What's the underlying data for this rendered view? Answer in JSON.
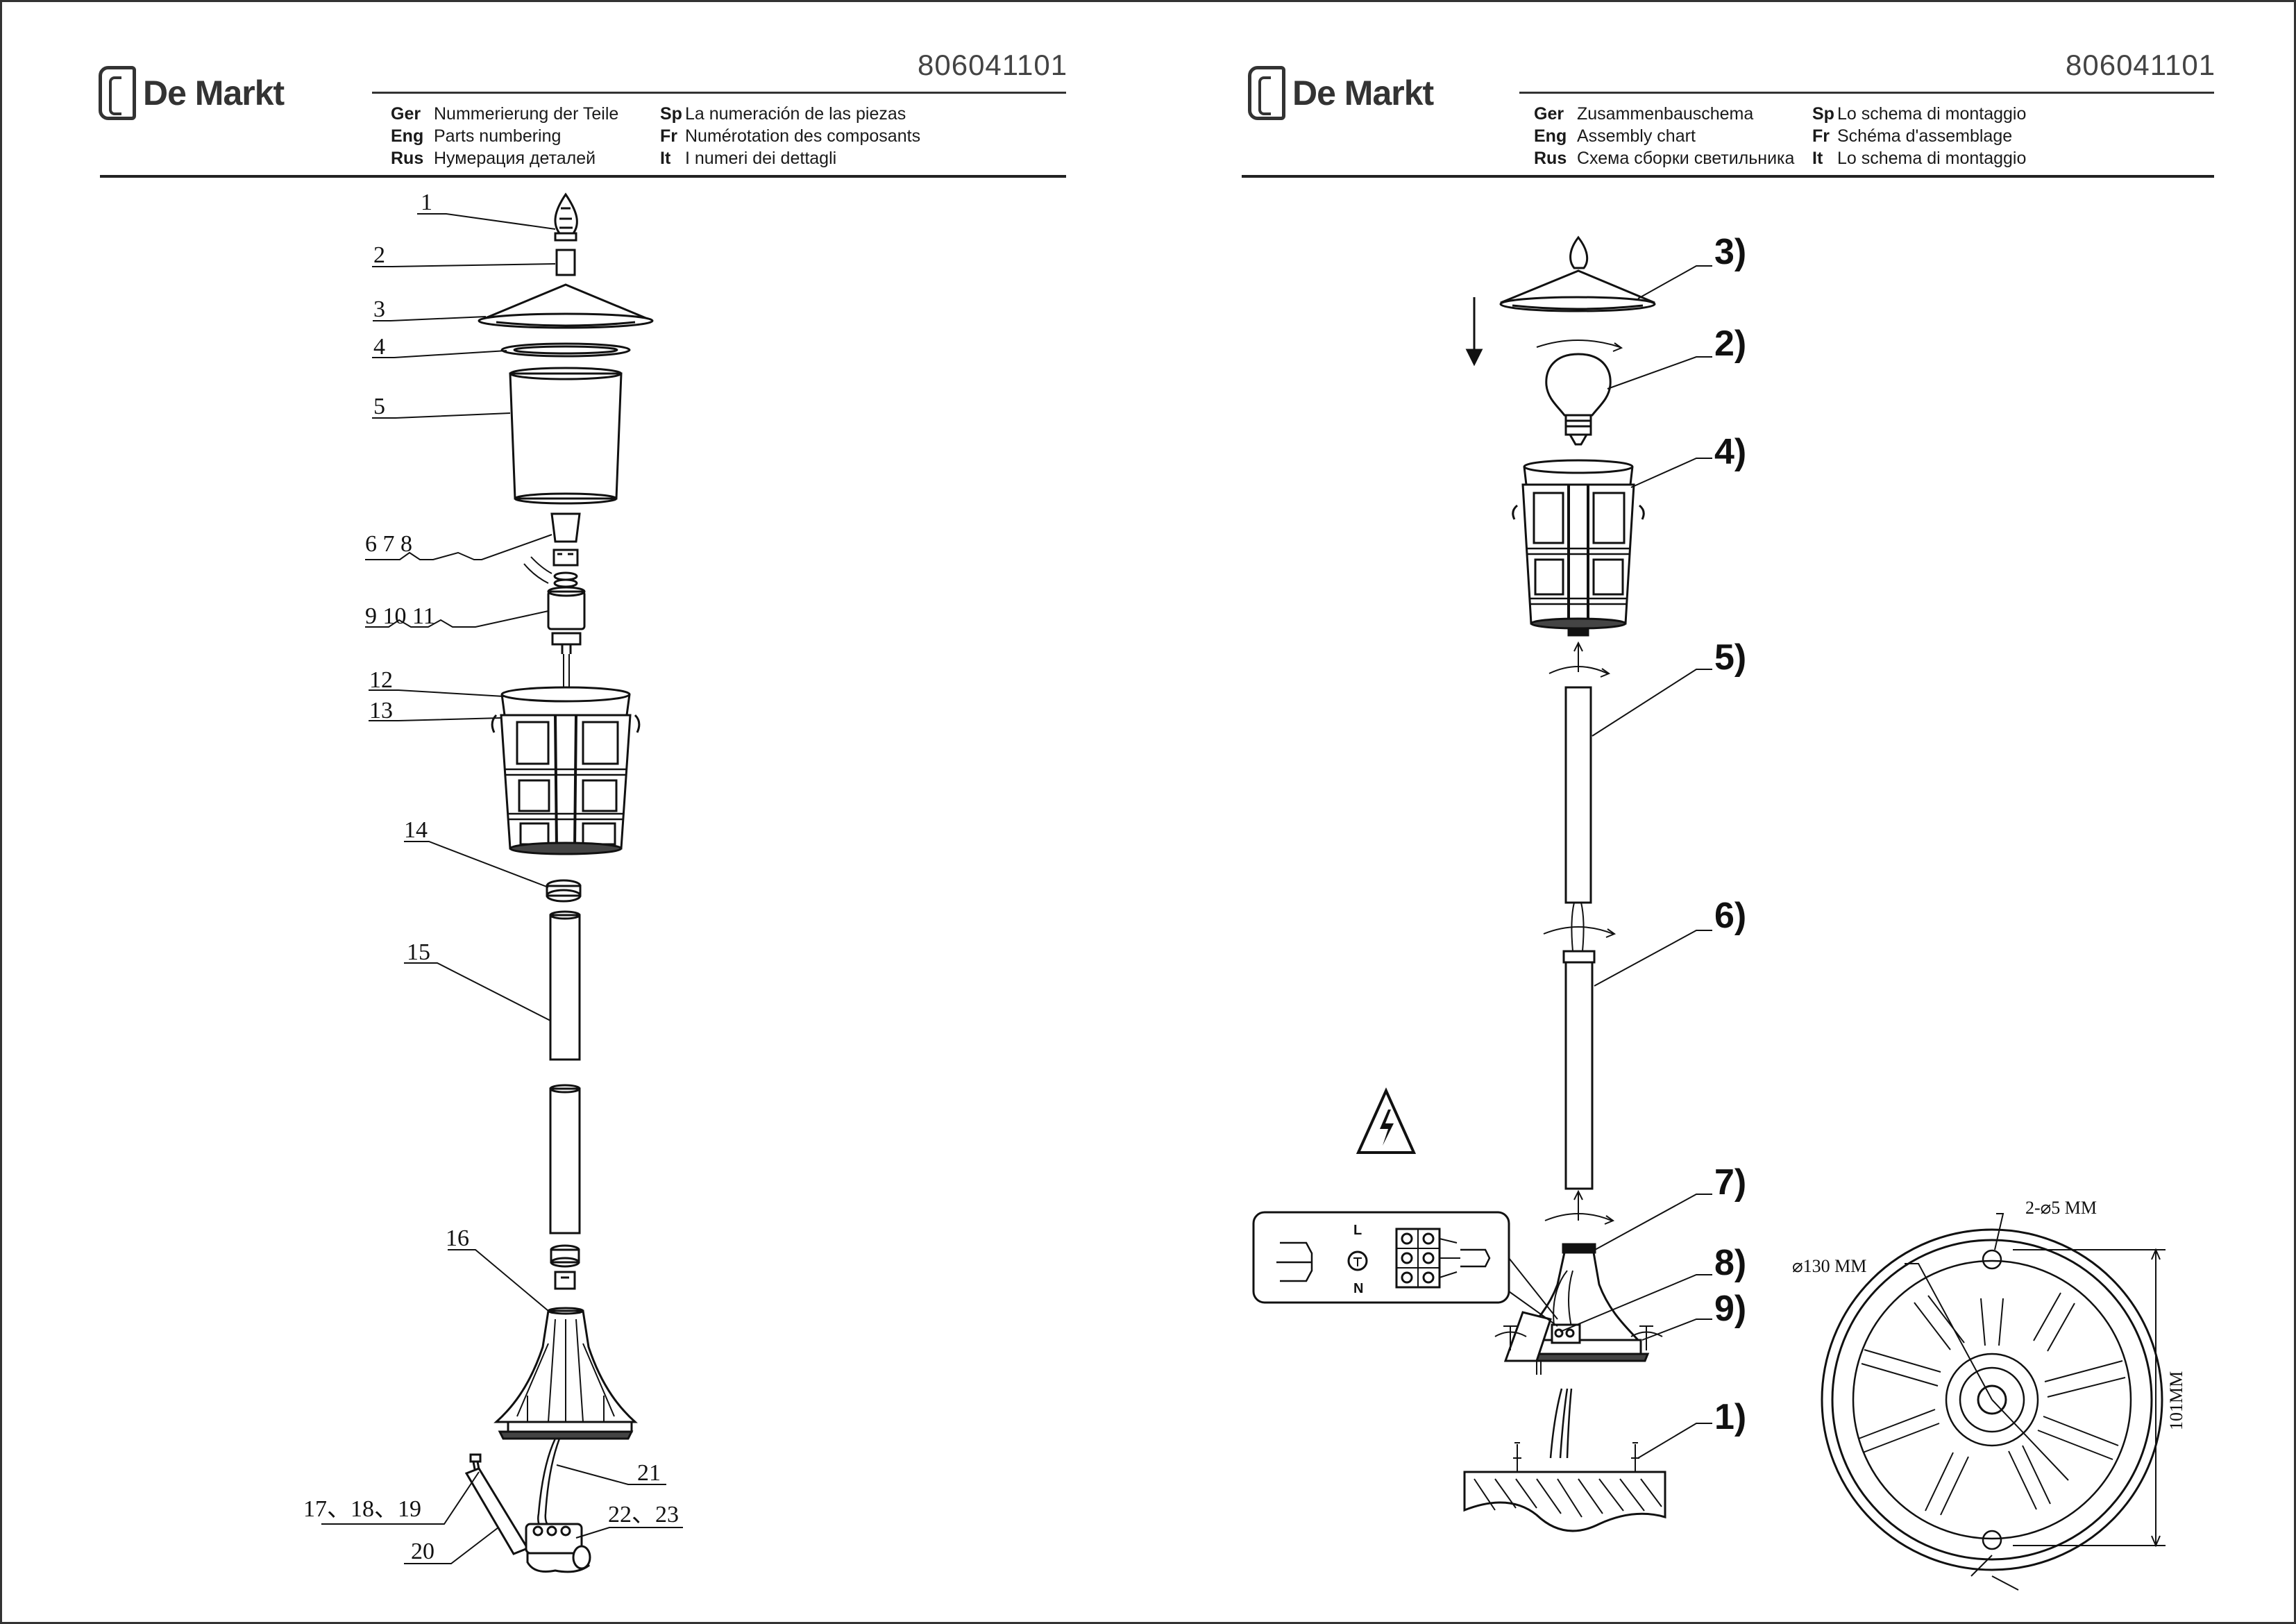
{
  "brand": {
    "logo_text": "De Markt"
  },
  "left_page": {
    "product_code": "806041101",
    "languages_col1": [
      {
        "code": "Ger",
        "text": "Nummerierung der Teile"
      },
      {
        "code": "Eng",
        "text": "Parts numbering"
      },
      {
        "code": "Rus",
        "text": "Нумерация деталей"
      }
    ],
    "languages_col2": [
      {
        "code": "Sp",
        "text": "La numeración de las piezas"
      },
      {
        "code": "Fr",
        "text": "Numérotation des composants"
      },
      {
        "code": "It",
        "text": "I numeri dei dettagli"
      }
    ],
    "part_labels": [
      "1",
      "2",
      "3",
      "4",
      "5",
      "6 7 8",
      "9 10 11",
      "12",
      "13",
      "14",
      "15",
      "16",
      "21",
      "17、18、19",
      "20",
      "22、23"
    ]
  },
  "right_page": {
    "product_code": "806041101",
    "languages_col1": [
      {
        "code": "Ger",
        "text": "Zusammenbauschema"
      },
      {
        "code": "Eng",
        "text": "Assembly chart"
      },
      {
        "code": "Rus",
        "text": "Схема сборки светильника"
      }
    ],
    "languages_col2": [
      {
        "code": "Sp",
        "text": "Lo schema di montaggio"
      },
      {
        "code": "Fr",
        "text": "Schéma d'assemblage"
      },
      {
        "code": "It",
        "text": "Lo schema di montaggio"
      }
    ],
    "step_labels": [
      "3)",
      "2)",
      "4)",
      "5)",
      "6)",
      "7)",
      "8)",
      "9)",
      "1)"
    ],
    "wiring": {
      "live": "L",
      "neutral": "N"
    },
    "base_dims": {
      "holes": "2-⌀5 MM",
      "diameter": "⌀130 MM",
      "spacing": "101MM"
    }
  }
}
